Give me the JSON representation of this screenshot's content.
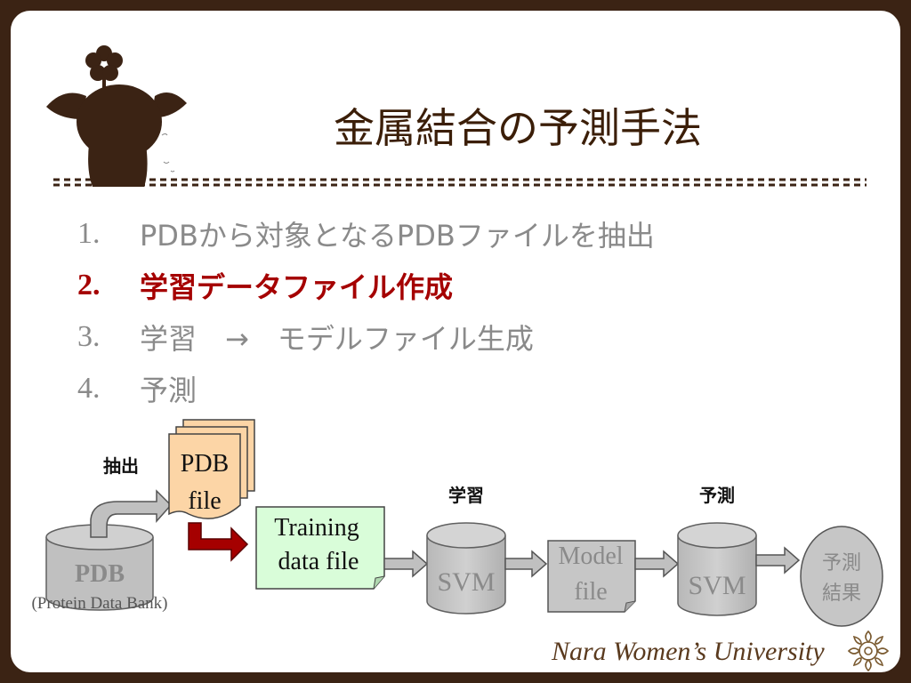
{
  "slide": {
    "title": "金属結合の予測手法",
    "footer": "Nara Women’s University",
    "steps": [
      {
        "num": "1.",
        "text": "PDBから対象となるPDBファイルを抽出",
        "active": false
      },
      {
        "num": "2.",
        "text": "学習データファイル作成",
        "active": true
      },
      {
        "num": "3.",
        "text": "学習　→　モデルファイル生成",
        "active": false
      },
      {
        "num": "4.",
        "text": "予測",
        "active": false
      }
    ]
  },
  "diagram": {
    "label_extract": "抽出",
    "pdb_db": "PDB",
    "pdb_sub": "(Protein Data Bank)",
    "pdb_file_1": "PDB",
    "pdb_file_2": "file",
    "training_1": "Training",
    "training_2": "data file",
    "label_learn": "学習",
    "svm_1": "SVM",
    "model_1": "Model",
    "model_2": "file",
    "label_predict": "予測",
    "svm_2": "SVM",
    "result_1": "予測",
    "result_2": "結果"
  },
  "colors": {
    "frame": "#3b2314",
    "active": "#a50000",
    "inactive": "#8a8a8a",
    "pdb_file_fill": "#fcd5a6",
    "training_fill": "#d9fdd9",
    "gray_shape": "#c0c0c0"
  },
  "icons": {
    "mascot": "deer-mascot-icon",
    "crest": "university-crest-icon",
    "divider": "dotted-divider"
  }
}
